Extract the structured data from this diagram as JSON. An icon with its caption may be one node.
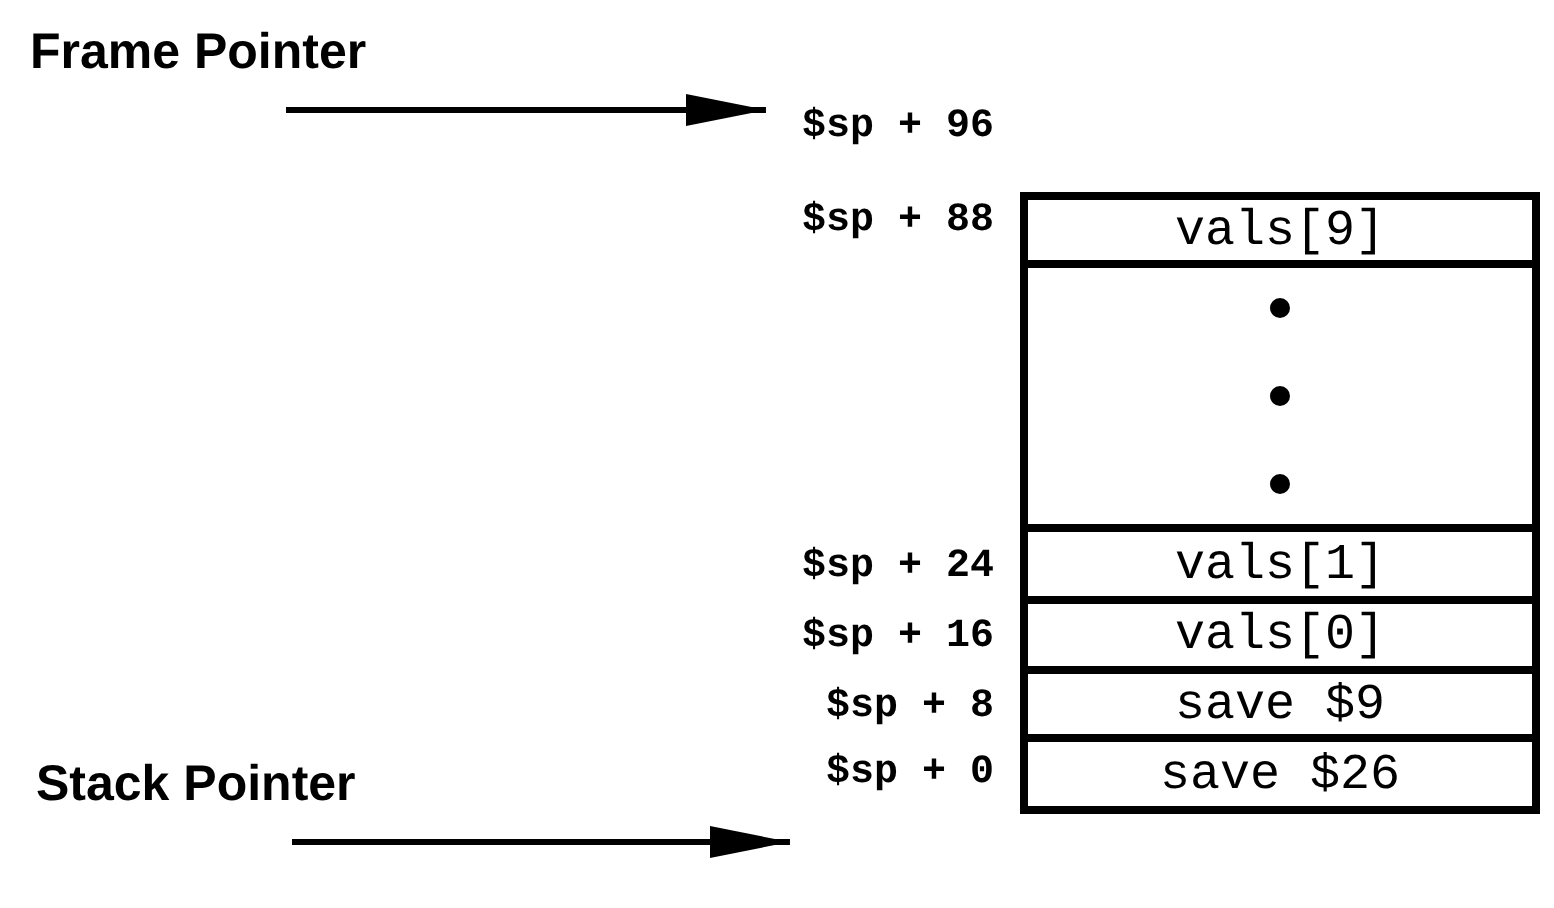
{
  "diagram": {
    "nodes": [
      {
        "text": [
          "Frame Pointer"
        ]
      },
      {
        "text": [
          "$sp + 96"
        ]
      },
      {
        "text": [
          "vals[9]"
        ]
      },
      {
        "text": [],
        "shape": "box"
      },
      {
        "text": [
          "vals[1]"
        ]
      },
      {
        "text": [
          "vals[0]"
        ]
      },
      {
        "text": [
          "Stack Pointer"
        ]
      },
      {
        "text": [
          "save $9"
        ]
      },
      {
        "text": [
          "$sp + 0"
        ]
      },
      {
        "text": [
          "save $26"
        ]
      }
    ],
    "edges": [
      {
        "from": 0,
        "to": 1,
        "arrow": "to"
      },
      {
        "from": 6,
        "to": 8,
        "arrow": "to"
      }
    ],
    "labels": [
      "$sp + 88",
      "$sp + 24",
      "$sp + 16",
      "$sp + 8"
    ]
  }
}
